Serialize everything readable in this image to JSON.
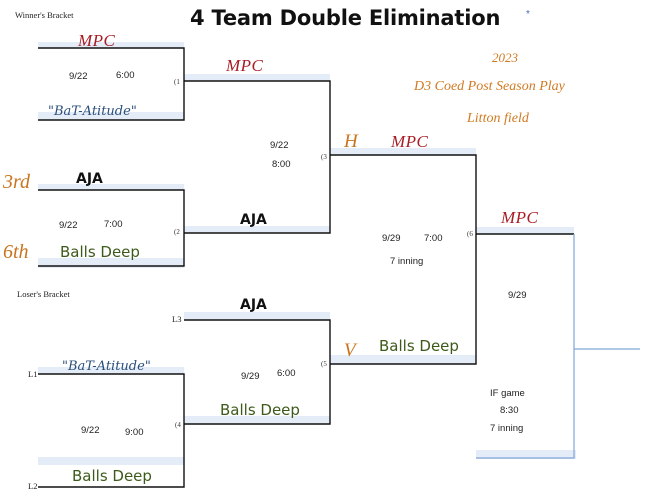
{
  "title": "4 Team Double Elimination",
  "title_mark": "*",
  "info": {
    "year": "2023",
    "event": "D3 Coed Post Season Play",
    "venue": "Litton field"
  },
  "winners_label": "Winner's Bracket",
  "losers_label": "Loser's Bracket",
  "places": {
    "third": "3rd",
    "sixth": "6th"
  },
  "teams": {
    "w1_top": "MPC",
    "w1_bottom": "\"BaT-Atitude\"",
    "w2_top": "AJA",
    "w2_bottom": "Balls Deep",
    "w3_top": "MPC",
    "w3_bottom": "AJA",
    "champ_top": "MPC",
    "final_top": "MPC",
    "l4_top": "\"BaT-Atitude\"",
    "l4_bottom": "Balls Deep",
    "l5_top": "AJA",
    "l5_bottom": "Balls Deep",
    "final_bottom": "Balls Deep"
  },
  "markers": {
    "h": "H",
    "v": "V"
  },
  "games": {
    "g1": {
      "num": "(1",
      "date": "9/22",
      "time": "6:00"
    },
    "g2": {
      "num": "(2",
      "date": "9/22",
      "time": "7:00"
    },
    "g3": {
      "num": "(3",
      "date": "9/22",
      "time": "8:00"
    },
    "g4": {
      "num": "(4",
      "date": "9/22",
      "time": "9:00"
    },
    "g5": {
      "num": "(5",
      "date": "9/29",
      "time": "6:00"
    },
    "g6": {
      "num": "(6",
      "date": "9/29",
      "time": "7:00",
      "note": "7 inning"
    },
    "g7": {
      "date": "9/29",
      "if_label": "IF game",
      "time": "8:30",
      "note": "7 inning"
    }
  },
  "loser_slots": {
    "l1": "L1",
    "l2": "L2",
    "l3": "L3"
  }
}
